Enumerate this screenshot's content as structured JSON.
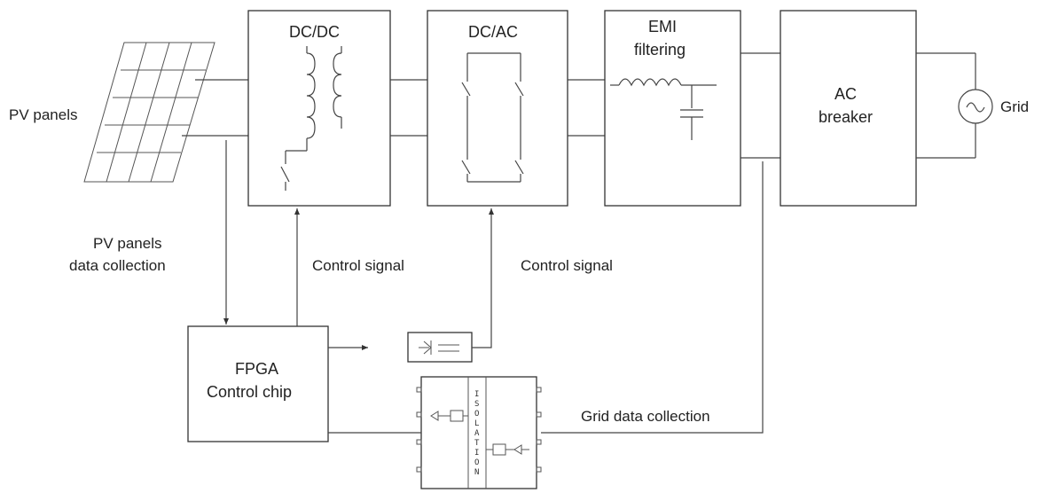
{
  "labels": {
    "pv_panels": "PV panels",
    "grid": "Grid",
    "dcdc": "DC/DC",
    "dcac": "DC/AC",
    "emi_line1": "EMI",
    "emi_line2": "filtering",
    "ac_line1": "AC",
    "ac_line2": "breaker",
    "pv_data_line1": "PV panels",
    "pv_data_line2": "data collection",
    "control_signal_1": "Control signal",
    "control_signal_2": "Control signal",
    "fpga_line1": "FPGA",
    "fpga_line2": "Control chip",
    "grid_data": "Grid data collection"
  },
  "isolation_letters": [
    "I",
    "S",
    "O",
    "L",
    "A",
    "T",
    "I",
    "O",
    "N"
  ]
}
